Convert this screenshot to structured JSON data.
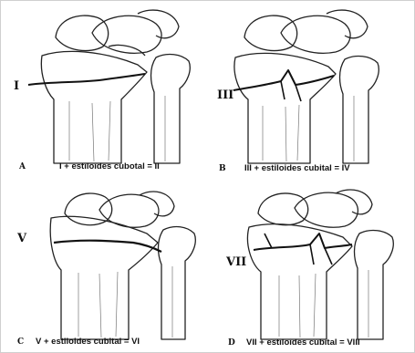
{
  "panels": [
    {
      "letter": "A",
      "numeral": "I",
      "caption": "I + estiloides cubotal = II"
    },
    {
      "letter": "B",
      "numeral": "III",
      "caption": "III + estiloides cubital = IV"
    },
    {
      "letter": "C",
      "numeral": "V",
      "caption": "V + estiloides cubital = VI"
    },
    {
      "letter": "D",
      "numeral": "VII",
      "caption": "VII + estiloides cubital = VIII"
    }
  ]
}
